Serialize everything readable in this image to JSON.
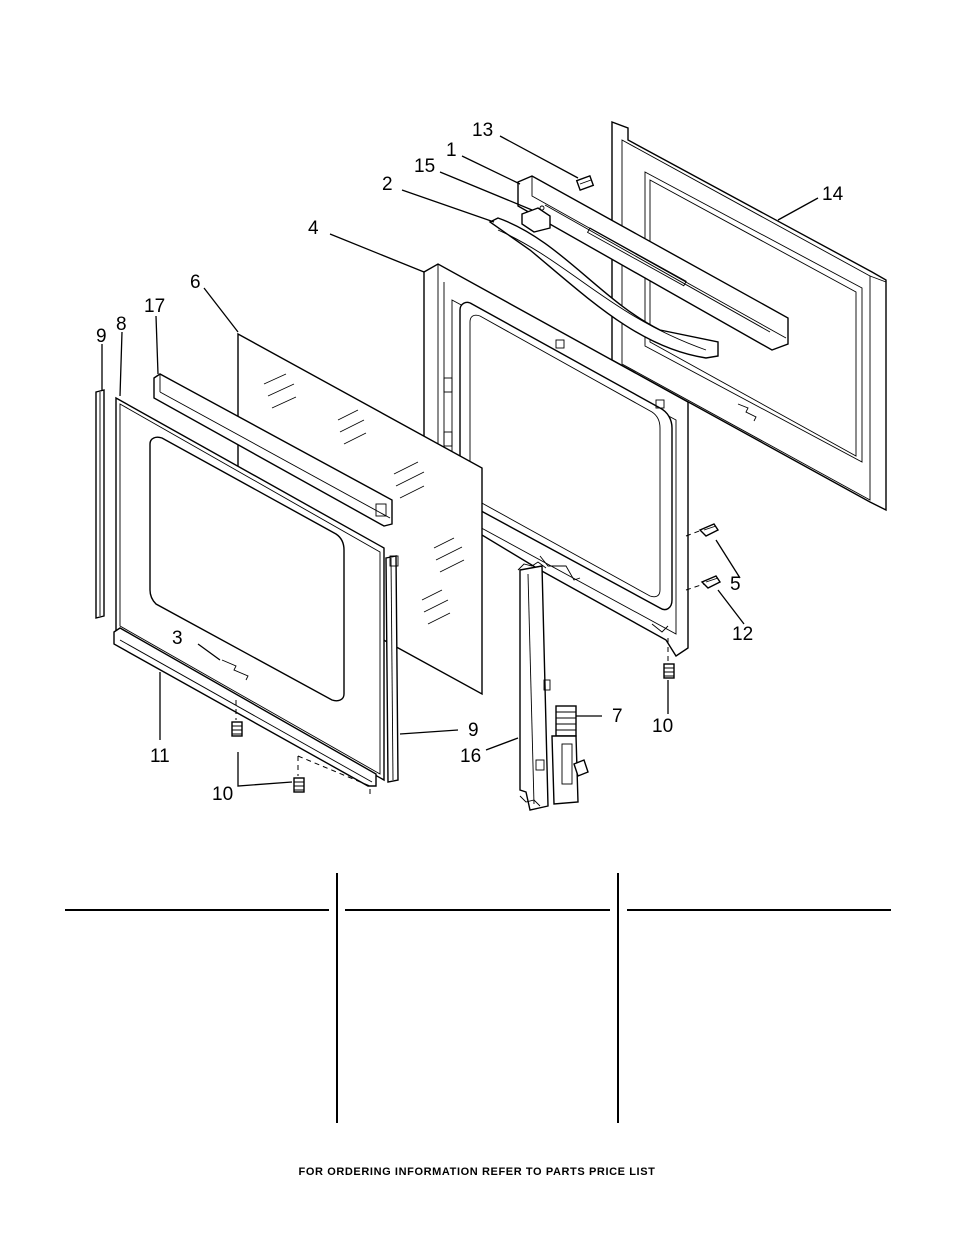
{
  "diagram": {
    "callouts": [
      {
        "id": "13",
        "label": "13"
      },
      {
        "id": "1",
        "label": "1"
      },
      {
        "id": "15",
        "label": "15"
      },
      {
        "id": "2",
        "label": "2"
      },
      {
        "id": "14",
        "label": "14"
      },
      {
        "id": "4",
        "label": "4"
      },
      {
        "id": "6",
        "label": "6"
      },
      {
        "id": "17",
        "label": "17"
      },
      {
        "id": "9a",
        "label": "9"
      },
      {
        "id": "8",
        "label": "8"
      },
      {
        "id": "5",
        "label": "5"
      },
      {
        "id": "12",
        "label": "12"
      },
      {
        "id": "3",
        "label": "3"
      },
      {
        "id": "7",
        "label": "7"
      },
      {
        "id": "10a",
        "label": "10"
      },
      {
        "id": "9b",
        "label": "9"
      },
      {
        "id": "16",
        "label": "16"
      },
      {
        "id": "11",
        "label": "11"
      },
      {
        "id": "10b",
        "label": "10"
      }
    ]
  },
  "footer": {
    "text": "FOR ORDERING INFORMATION REFER TO PARTS PRICE LIST"
  }
}
